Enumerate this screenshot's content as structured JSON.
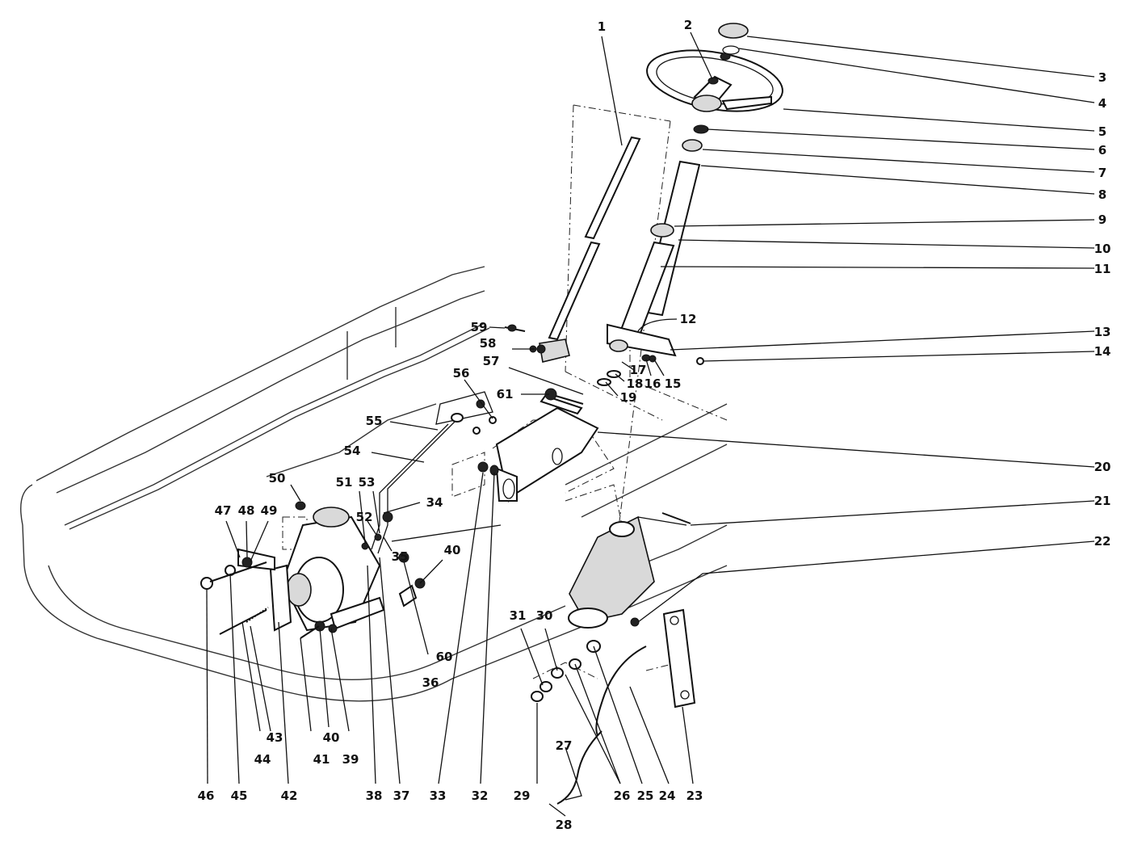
{
  "diagram": {
    "callouts": [
      {
        "label": "1"
      },
      {
        "label": "2"
      },
      {
        "label": "3"
      },
      {
        "label": "4"
      },
      {
        "label": "5"
      },
      {
        "label": "6"
      },
      {
        "label": "7"
      },
      {
        "label": "8"
      },
      {
        "label": "9"
      },
      {
        "label": "10"
      },
      {
        "label": "11"
      },
      {
        "label": "12"
      },
      {
        "label": "13"
      },
      {
        "label": "14"
      },
      {
        "label": "15"
      },
      {
        "label": "16"
      },
      {
        "label": "17"
      },
      {
        "label": "18"
      },
      {
        "label": "19"
      },
      {
        "label": "20"
      },
      {
        "label": "21"
      },
      {
        "label": "22"
      },
      {
        "label": "23"
      },
      {
        "label": "24"
      },
      {
        "label": "25"
      },
      {
        "label": "26"
      },
      {
        "label": "27"
      },
      {
        "label": "28"
      },
      {
        "label": "29"
      },
      {
        "label": "30"
      },
      {
        "label": "31"
      },
      {
        "label": "32"
      },
      {
        "label": "33"
      },
      {
        "label": "34"
      },
      {
        "label": "35"
      },
      {
        "label": "36"
      },
      {
        "label": "37"
      },
      {
        "label": "38"
      },
      {
        "label": "39"
      },
      {
        "label": "40"
      },
      {
        "label": "40"
      },
      {
        "label": "41"
      },
      {
        "label": "42"
      },
      {
        "label": "43"
      },
      {
        "label": "44"
      },
      {
        "label": "45"
      },
      {
        "label": "46"
      },
      {
        "label": "47"
      },
      {
        "label": "48"
      },
      {
        "label": "49"
      },
      {
        "label": "50"
      },
      {
        "label": "51"
      },
      {
        "label": "52"
      },
      {
        "label": "53"
      },
      {
        "label": "54"
      },
      {
        "label": "55"
      },
      {
        "label": "56"
      },
      {
        "label": "57"
      },
      {
        "label": "58"
      },
      {
        "label": "59"
      },
      {
        "label": "60"
      },
      {
        "label": "61"
      }
    ]
  }
}
